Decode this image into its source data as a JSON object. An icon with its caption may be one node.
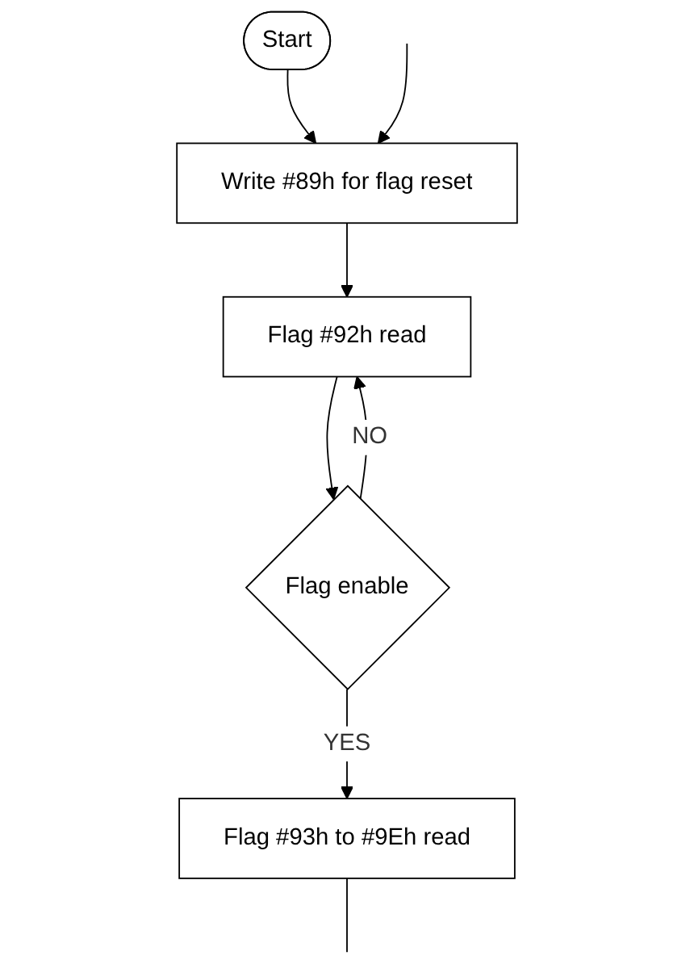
{
  "diagram": {
    "nodes": [
      {
        "text": [
          "Start"
        ]
      },
      {
        "text": [
          "Write #89h for flag reset"
        ]
      },
      {
        "text": [
          "Flag #92h read"
        ]
      },
      {
        "text": [
          "Flag  enable"
        ]
      },
      {
        "text": [
          "Flag #93h to #9Eh read"
        ]
      }
    ],
    "edges": [
      {
        "from": 0,
        "to": 1,
        "arrow": "to"
      },
      {
        "from": null,
        "to": 1,
        "arrow": "to"
      },
      {
        "from": 1,
        "to": 2,
        "arrow": "to"
      },
      {
        "from": 2,
        "to": 3,
        "arrow": "to"
      },
      {
        "from": 3,
        "to": 2,
        "arrow": "to",
        "label": "NO"
      },
      {
        "from": 3,
        "to": 4,
        "arrow": "to",
        "label": "YES"
      },
      {
        "from": 4,
        "to": null,
        "arrow": "none"
      }
    ]
  }
}
